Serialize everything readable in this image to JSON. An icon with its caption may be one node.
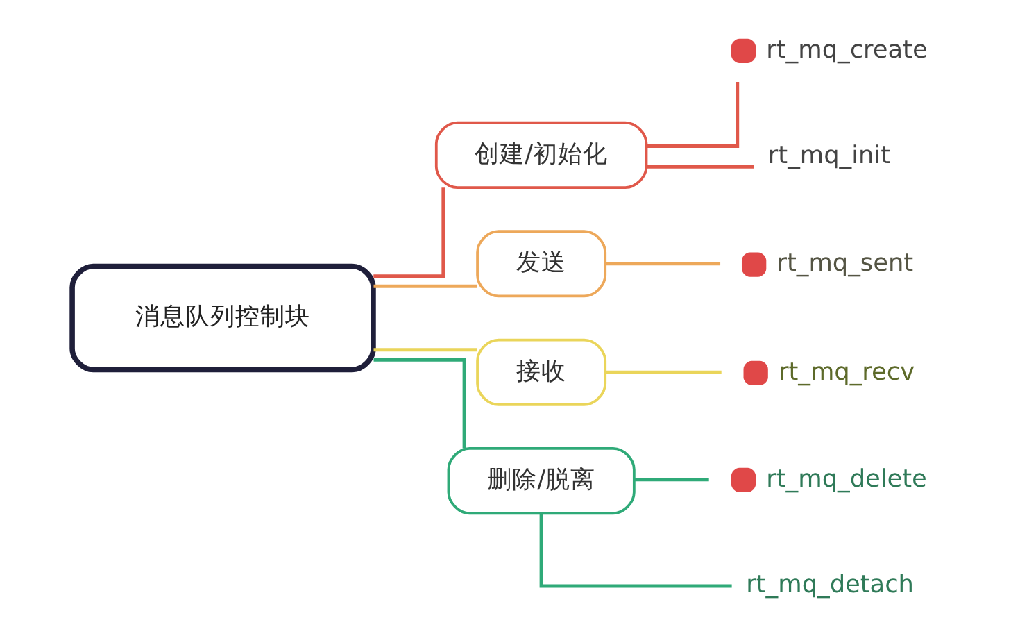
{
  "diagram": {
    "nodes": [
      {
        "text": [
          "消息队列控制块"
        ]
      },
      {
        "text": [
          "创建/初始化"
        ]
      },
      {
        "text": [
          "rt_mq_create"
        ]
      },
      {
        "text": [
          "rt_mq_init"
        ]
      },
      {
        "text": [
          "发送"
        ]
      },
      {
        "text": [
          "rt_mq_sent"
        ]
      },
      {
        "text": [
          "接收"
        ]
      },
      {
        "text": [
          "rt_mq_recv"
        ]
      },
      {
        "text": [
          "删除/脱离"
        ]
      },
      {
        "text": [
          "rt_mq_delete"
        ]
      },
      {
        "text": [
          "rt_mq_detach"
        ]
      }
    ],
    "edges": [
      {
        "from": 0,
        "to": 1,
        "arrow": "none",
        "color": "#e0584a"
      },
      {
        "from": 1,
        "to": 2,
        "arrow": "none",
        "color": "#e0584a"
      },
      {
        "from": 1,
        "to": 3,
        "arrow": "none",
        "color": "#e0584a"
      },
      {
        "from": 0,
        "to": 4,
        "arrow": "none",
        "color": "#eda85a"
      },
      {
        "from": 4,
        "to": 5,
        "arrow": "none",
        "color": "#eda85a"
      },
      {
        "from": 0,
        "to": 6,
        "arrow": "none",
        "color": "#ead55a"
      },
      {
        "from": 6,
        "to": 7,
        "arrow": "none",
        "color": "#ead55a"
      },
      {
        "from": 0,
        "to": 8,
        "arrow": "none",
        "color": "#2faa78"
      },
      {
        "from": 8,
        "to": 9,
        "arrow": "none",
        "color": "#2faa78"
      },
      {
        "from": 8,
        "to": 10,
        "arrow": "none",
        "color": "#2faa78"
      }
    ]
  }
}
